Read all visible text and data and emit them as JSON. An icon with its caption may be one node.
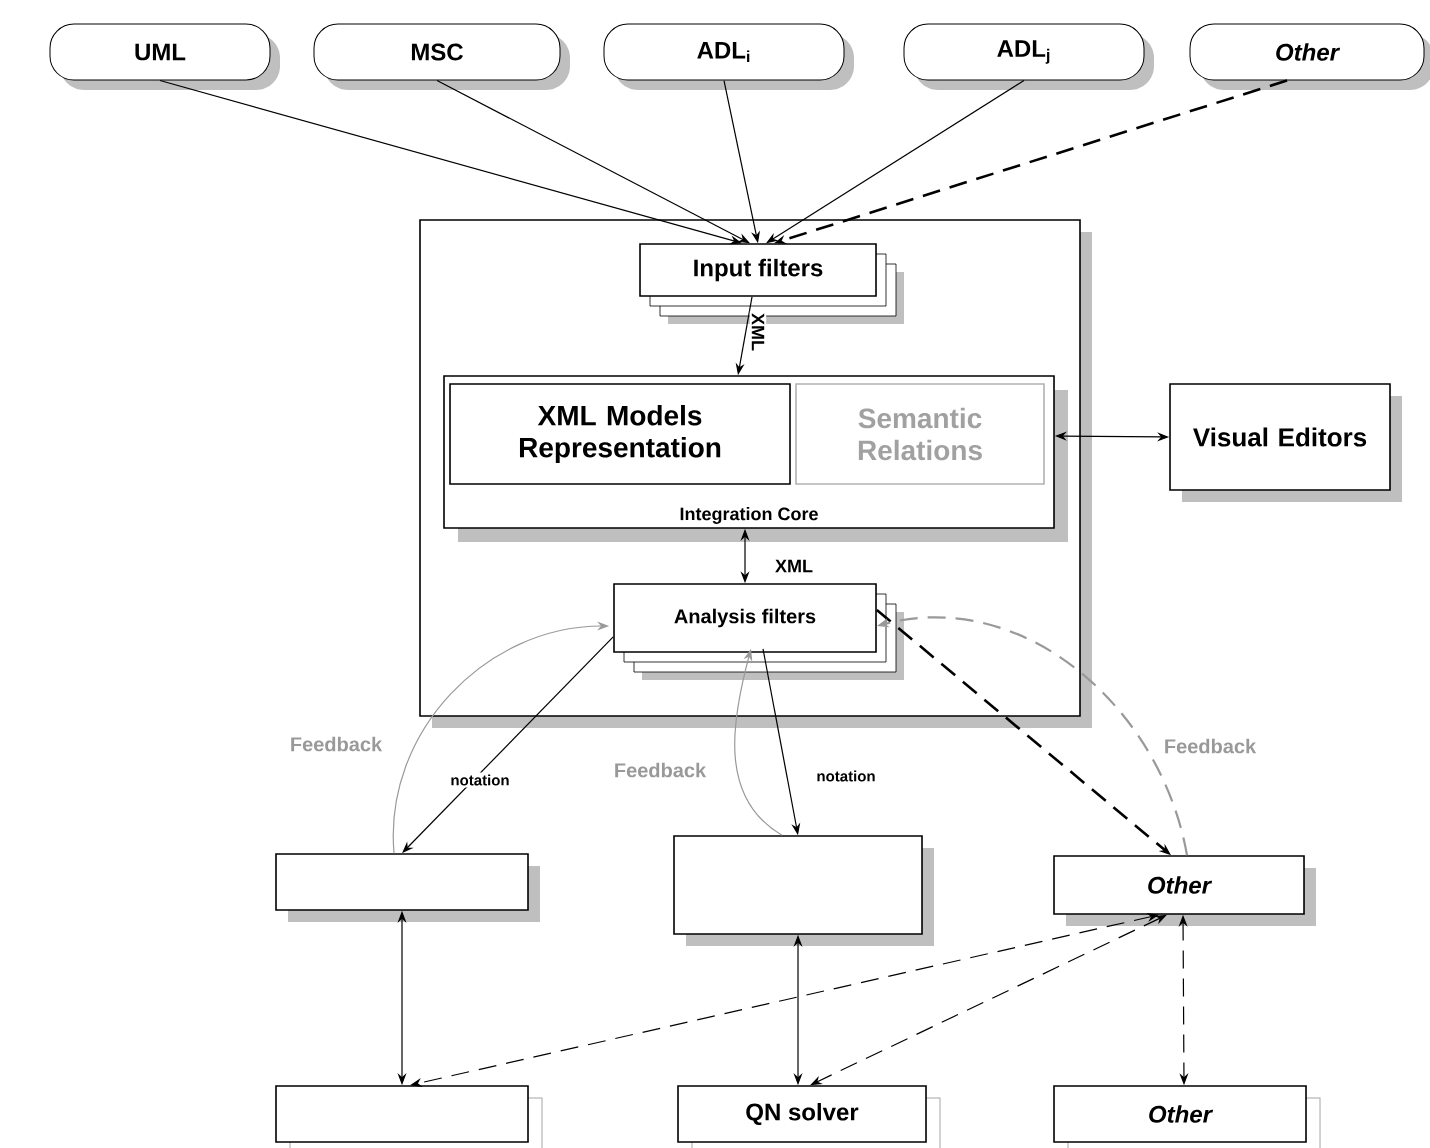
{
  "diagram": {
    "nodes": [
      {
        "text": [
          "UML"
        ]
      },
      {
        "text": [
          "MSC"
        ]
      },
      {
        "text": [
          "ADL$_{i}$"
        ]
      },
      {
        "text": [
          "ADL$_{j}$"
        ]
      },
      {
        "text": [
          "Other"
        ]
      },
      {
        "text": [],
        "shape": "box"
      },
      {
        "text": [
          "Input filters"
        ],
        "in": 5
      },
      {
        "text": [
          "Integration Core"
        ],
        "in": 5
      },
      {
        "text": [
          "XML Models Representation"
        ],
        "in": 7
      },
      {
        "text": [
          "Semantic Relations"
        ],
        "in": 7
      },
      {
        "text": [
          "Analysis  filters"
        ],
        "in": 5
      },
      {
        "text": [
          "Visual Editors"
        ]
      },
      {
        "text": [],
        "shape": "box"
      },
      {
        "text": [],
        "shape": "box"
      },
      {
        "text": [
          "Other"
        ]
      },
      {
        "text": [],
        "shape": "box"
      },
      {
        "text": [
          "QN solver"
        ]
      },
      {
        "text": [
          "Other"
        ]
      }
    ],
    "edges": [
      {
        "from": 0,
        "to": 6,
        "arrow": "to"
      },
      {
        "from": 1,
        "to": 6,
        "arrow": "to"
      },
      {
        "from": 2,
        "to": 6,
        "arrow": "to"
      },
      {
        "from": 3,
        "to": 6,
        "arrow": "to"
      },
      {
        "from": 4,
        "to": 6,
        "arrow": "to",
        "style": "dashed"
      },
      {
        "from": 6,
        "to": 7,
        "arrow": "to",
        "label": "XML"
      },
      {
        "from": 7,
        "to": 10,
        "arrow": "both",
        "label": "XML"
      },
      {
        "from": 7,
        "to": 11,
        "arrow": "both"
      },
      {
        "from": 10,
        "to": 12,
        "arrow": "to",
        "label": "notation"
      },
      {
        "from": 12,
        "to": 10,
        "arrow": "to",
        "label": "Feedback",
        "color": "#999999"
      },
      {
        "from": 10,
        "to": 13,
        "arrow": "to",
        "label": "notation"
      },
      {
        "from": 13,
        "to": 10,
        "arrow": "to",
        "label": "Feedback",
        "color": "#999999"
      },
      {
        "from": 10,
        "to": 14,
        "arrow": "to",
        "style": "dashed"
      },
      {
        "from": 14,
        "to": 10,
        "arrow": "to",
        "label": "Feedback",
        "style": "dashed",
        "color": "#999999"
      },
      {
        "from": 12,
        "to": 15,
        "arrow": "both"
      },
      {
        "from": 13,
        "to": 16,
        "arrow": "both"
      },
      {
        "from": 14,
        "to": 15,
        "arrow": "both",
        "style": "dashed"
      },
      {
        "from": 14,
        "to": 16,
        "arrow": "both",
        "style": "dashed"
      },
      {
        "from": 14,
        "to": 17,
        "arrow": "both",
        "style": "dashed"
      }
    ]
  }
}
